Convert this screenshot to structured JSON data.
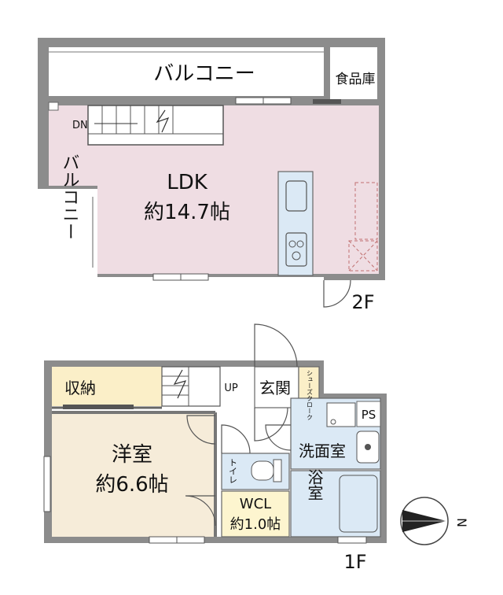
{
  "floor2": {
    "level_label": "2F",
    "balcony_top": "バルコニー",
    "pantry": "食品庫",
    "stair_dn": "DN",
    "ldk_name": "LDK",
    "ldk_size": "約14.7帖",
    "balcony_side": "バルコニー"
  },
  "floor1": {
    "level_label": "1F",
    "storage": "収納",
    "stair_up": "UP",
    "entrance": "玄関",
    "shoe_closet": "シューズクローク",
    "ps": "PS",
    "western_name": "洋室",
    "western_size": "約6.6帖",
    "toilet": "トイレ",
    "washroom": "洗面室",
    "wcl_name": "WCL",
    "wcl_size": "約1.0帖",
    "bath": "浴室"
  },
  "compass": {
    "letter": "N"
  },
  "colors": {
    "wall": "#888888",
    "ldk_floor": "#efdde3",
    "wood_floor": "#f6ecd9",
    "storage_floor": "#fbefc8",
    "wet_floor": "#dbe9f5",
    "wcl_floor": "#fdf5cf"
  }
}
